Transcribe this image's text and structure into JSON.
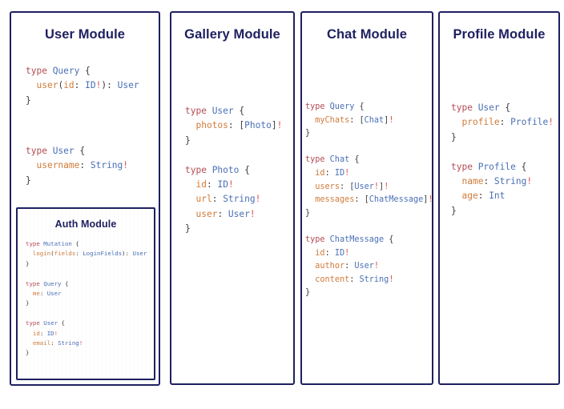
{
  "theme": {
    "border_color": "#1f2060",
    "title_color": "#1f2060",
    "background": "#ffffff",
    "keyword_color": "#b34b53",
    "typename_color": "#4a6fb5",
    "field_color": "#d07b3a",
    "punctuation_color": "#3d3d3d",
    "bang_color": "#d9534f"
  },
  "modules": {
    "user": {
      "title": "User Module",
      "blocks": [
        {
          "lines": [
            [
              {
                "t": "kw",
                "v": "type "
              },
              {
                "t": "type",
                "v": "Query"
              },
              {
                "t": "punct",
                "v": " {"
              }
            ],
            [
              {
                "t": "punct",
                "v": "  "
              },
              {
                "t": "field",
                "v": "user"
              },
              {
                "t": "punct",
                "v": "("
              },
              {
                "t": "field",
                "v": "id"
              },
              {
                "t": "punct",
                "v": ": "
              },
              {
                "t": "type",
                "v": "ID"
              },
              {
                "t": "bang",
                "v": "!"
              },
              {
                "t": "punct",
                "v": "): "
              },
              {
                "t": "type",
                "v": "User"
              }
            ],
            [
              {
                "t": "punct",
                "v": "}"
              }
            ]
          ]
        },
        {
          "lines": [
            [
              {
                "t": "kw",
                "v": "type "
              },
              {
                "t": "type",
                "v": "User"
              },
              {
                "t": "punct",
                "v": " {"
              }
            ],
            [
              {
                "t": "punct",
                "v": "  "
              },
              {
                "t": "field",
                "v": "username"
              },
              {
                "t": "punct",
                "v": ": "
              },
              {
                "t": "type",
                "v": "String"
              },
              {
                "t": "bang",
                "v": "!"
              }
            ],
            [
              {
                "t": "punct",
                "v": "}"
              }
            ]
          ]
        }
      ]
    },
    "auth": {
      "title": "Auth Module",
      "blocks": [
        {
          "lines": [
            [
              {
                "t": "kw",
                "v": "type "
              },
              {
                "t": "type",
                "v": "Mutation"
              },
              {
                "t": "punct",
                "v": " {"
              }
            ],
            [
              {
                "t": "punct",
                "v": "  "
              },
              {
                "t": "field",
                "v": "login"
              },
              {
                "t": "punct",
                "v": "("
              },
              {
                "t": "field",
                "v": "fields"
              },
              {
                "t": "punct",
                "v": ": "
              },
              {
                "t": "type",
                "v": "LoginFields"
              },
              {
                "t": "punct",
                "v": "): "
              },
              {
                "t": "type",
                "v": "User"
              }
            ],
            [
              {
                "t": "punct",
                "v": "}"
              }
            ]
          ]
        },
        {
          "lines": [
            [
              {
                "t": "kw",
                "v": "type "
              },
              {
                "t": "type",
                "v": "Query"
              },
              {
                "t": "punct",
                "v": " {"
              }
            ],
            [
              {
                "t": "punct",
                "v": "  "
              },
              {
                "t": "field",
                "v": "me"
              },
              {
                "t": "punct",
                "v": ": "
              },
              {
                "t": "type",
                "v": "User"
              }
            ],
            [
              {
                "t": "punct",
                "v": "}"
              }
            ]
          ]
        },
        {
          "lines": [
            [
              {
                "t": "kw",
                "v": "type "
              },
              {
                "t": "type",
                "v": "User"
              },
              {
                "t": "punct",
                "v": " {"
              }
            ],
            [
              {
                "t": "punct",
                "v": "  "
              },
              {
                "t": "field",
                "v": "id"
              },
              {
                "t": "punct",
                "v": ": "
              },
              {
                "t": "type",
                "v": "ID"
              },
              {
                "t": "bang",
                "v": "!"
              }
            ],
            [
              {
                "t": "punct",
                "v": "  "
              },
              {
                "t": "field",
                "v": "email"
              },
              {
                "t": "punct",
                "v": ": "
              },
              {
                "t": "type",
                "v": "String"
              },
              {
                "t": "bang",
                "v": "!"
              }
            ],
            [
              {
                "t": "punct",
                "v": "}"
              }
            ]
          ]
        }
      ]
    },
    "gallery": {
      "title": "Gallery Module",
      "blocks": [
        {
          "lines": [
            [
              {
                "t": "kw",
                "v": "type "
              },
              {
                "t": "type",
                "v": "User"
              },
              {
                "t": "punct",
                "v": " {"
              }
            ],
            [
              {
                "t": "punct",
                "v": "  "
              },
              {
                "t": "field",
                "v": "photos"
              },
              {
                "t": "punct",
                "v": ": ["
              },
              {
                "t": "type",
                "v": "Photo"
              },
              {
                "t": "punct",
                "v": "]"
              },
              {
                "t": "bang",
                "v": "!"
              }
            ],
            [
              {
                "t": "punct",
                "v": "}"
              }
            ]
          ]
        },
        {
          "lines": [
            [
              {
                "t": "kw",
                "v": "type "
              },
              {
                "t": "type",
                "v": "Photo"
              },
              {
                "t": "punct",
                "v": " {"
              }
            ],
            [
              {
                "t": "punct",
                "v": "  "
              },
              {
                "t": "field",
                "v": "id"
              },
              {
                "t": "punct",
                "v": ": "
              },
              {
                "t": "type",
                "v": "ID"
              },
              {
                "t": "bang",
                "v": "!"
              }
            ],
            [
              {
                "t": "punct",
                "v": "  "
              },
              {
                "t": "field",
                "v": "url"
              },
              {
                "t": "punct",
                "v": ": "
              },
              {
                "t": "type",
                "v": "String"
              },
              {
                "t": "bang",
                "v": "!"
              }
            ],
            [
              {
                "t": "punct",
                "v": "  "
              },
              {
                "t": "field",
                "v": "user"
              },
              {
                "t": "punct",
                "v": ": "
              },
              {
                "t": "type",
                "v": "User"
              },
              {
                "t": "bang",
                "v": "!"
              }
            ],
            [
              {
                "t": "punct",
                "v": "}"
              }
            ]
          ]
        }
      ]
    },
    "chat": {
      "title": "Chat Module",
      "blocks": [
        {
          "lines": [
            [
              {
                "t": "kw",
                "v": "type "
              },
              {
                "t": "type",
                "v": "Query"
              },
              {
                "t": "punct",
                "v": " {"
              }
            ],
            [
              {
                "t": "punct",
                "v": "  "
              },
              {
                "t": "field",
                "v": "myChats"
              },
              {
                "t": "punct",
                "v": ": ["
              },
              {
                "t": "type",
                "v": "Chat"
              },
              {
                "t": "punct",
                "v": "]"
              },
              {
                "t": "bang",
                "v": "!"
              }
            ],
            [
              {
                "t": "punct",
                "v": "}"
              }
            ]
          ]
        },
        {
          "lines": [
            [
              {
                "t": "kw",
                "v": "type "
              },
              {
                "t": "type",
                "v": "Chat"
              },
              {
                "t": "punct",
                "v": " {"
              }
            ],
            [
              {
                "t": "punct",
                "v": "  "
              },
              {
                "t": "field",
                "v": "id"
              },
              {
                "t": "punct",
                "v": ": "
              },
              {
                "t": "type",
                "v": "ID"
              },
              {
                "t": "bang",
                "v": "!"
              }
            ],
            [
              {
                "t": "punct",
                "v": "  "
              },
              {
                "t": "field",
                "v": "users"
              },
              {
                "t": "punct",
                "v": ": ["
              },
              {
                "t": "type",
                "v": "User"
              },
              {
                "t": "bang",
                "v": "!"
              },
              {
                "t": "punct",
                "v": "]"
              },
              {
                "t": "bang",
                "v": "!"
              }
            ],
            [
              {
                "t": "punct",
                "v": "  "
              },
              {
                "t": "field",
                "v": "messages"
              },
              {
                "t": "punct",
                "v": ": ["
              },
              {
                "t": "type",
                "v": "ChatMessage"
              },
              {
                "t": "punct",
                "v": "]"
              },
              {
                "t": "bang",
                "v": "!"
              }
            ],
            [
              {
                "t": "punct",
                "v": "}"
              }
            ]
          ]
        },
        {
          "lines": [
            [
              {
                "t": "kw",
                "v": "type "
              },
              {
                "t": "type",
                "v": "ChatMessage"
              },
              {
                "t": "punct",
                "v": " {"
              }
            ],
            [
              {
                "t": "punct",
                "v": "  "
              },
              {
                "t": "field",
                "v": "id"
              },
              {
                "t": "punct",
                "v": ": "
              },
              {
                "t": "type",
                "v": "ID"
              },
              {
                "t": "bang",
                "v": "!"
              }
            ],
            [
              {
                "t": "punct",
                "v": "  "
              },
              {
                "t": "field",
                "v": "author"
              },
              {
                "t": "punct",
                "v": ": "
              },
              {
                "t": "type",
                "v": "User"
              },
              {
                "t": "bang",
                "v": "!"
              }
            ],
            [
              {
                "t": "punct",
                "v": "  "
              },
              {
                "t": "field",
                "v": "content"
              },
              {
                "t": "punct",
                "v": ": "
              },
              {
                "t": "type",
                "v": "String"
              },
              {
                "t": "bang",
                "v": "!"
              }
            ],
            [
              {
                "t": "punct",
                "v": "}"
              }
            ]
          ]
        }
      ]
    },
    "profile": {
      "title": "Profile Module",
      "blocks": [
        {
          "lines": [
            [
              {
                "t": "kw",
                "v": "type "
              },
              {
                "t": "type",
                "v": "User"
              },
              {
                "t": "punct",
                "v": " {"
              }
            ],
            [
              {
                "t": "punct",
                "v": "  "
              },
              {
                "t": "field",
                "v": "profile"
              },
              {
                "t": "punct",
                "v": ": "
              },
              {
                "t": "type",
                "v": "Profile"
              },
              {
                "t": "bang",
                "v": "!"
              }
            ],
            [
              {
                "t": "punct",
                "v": "}"
              }
            ]
          ]
        },
        {
          "lines": [
            [
              {
                "t": "kw",
                "v": "type "
              },
              {
                "t": "type",
                "v": "Profile"
              },
              {
                "t": "punct",
                "v": " {"
              }
            ],
            [
              {
                "t": "punct",
                "v": "  "
              },
              {
                "t": "field",
                "v": "name"
              },
              {
                "t": "punct",
                "v": ": "
              },
              {
                "t": "type",
                "v": "String"
              },
              {
                "t": "bang",
                "v": "!"
              }
            ],
            [
              {
                "t": "punct",
                "v": "  "
              },
              {
                "t": "field",
                "v": "age"
              },
              {
                "t": "punct",
                "v": ": "
              },
              {
                "t": "type",
                "v": "Int"
              }
            ],
            [
              {
                "t": "punct",
                "v": "}"
              }
            ]
          ]
        }
      ]
    }
  }
}
